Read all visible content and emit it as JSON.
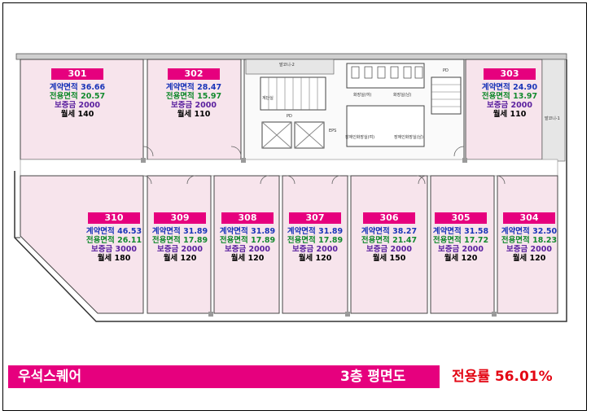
{
  "units_top": [
    {
      "no": "301",
      "contract": "계약면적 36.66",
      "exclusive": "전용면적 20.57",
      "deposit": "보증금 2000",
      "rent": "월세 140"
    },
    {
      "no": "302",
      "contract": "계약면적 28.47",
      "exclusive": "전용면적 15.97",
      "deposit": "보증금 2000",
      "rent": "월세 110"
    },
    {
      "no": "303",
      "contract": "계약면적 24.90",
      "exclusive": "전용면적 13.97",
      "deposit": "보증금 2000",
      "rent": "월세 110"
    }
  ],
  "units_bottom": [
    {
      "no": "310",
      "contract": "계약면적 46.53",
      "exclusive": "전용면적 26.11",
      "deposit": "보증금 3000",
      "rent": "월세 180"
    },
    {
      "no": "309",
      "contract": "계약면적 31.89",
      "exclusive": "전용면적 17.89",
      "deposit": "보증금 2000",
      "rent": "월세 120"
    },
    {
      "no": "308",
      "contract": "계약면적 31.89",
      "exclusive": "전용면적 17.89",
      "deposit": "보증금 2000",
      "rent": "월세 120"
    },
    {
      "no": "307",
      "contract": "계약면적 31.89",
      "exclusive": "전용면적 17.89",
      "deposit": "보증금 2000",
      "rent": "월세 120"
    },
    {
      "no": "306",
      "contract": "계약면적 38.27",
      "exclusive": "전용면적 21.47",
      "deposit": "보증금 2000",
      "rent": "월세 150"
    },
    {
      "no": "305",
      "contract": "계약면적 31.58",
      "exclusive": "전용면적 17.72",
      "deposit": "보증금 2000",
      "rent": "월세 120"
    },
    {
      "no": "304",
      "contract": "계약면적 32.50",
      "exclusive": "전용면적 18.23",
      "deposit": "보증금 2000",
      "rent": "월세 120"
    }
  ],
  "labels": {
    "balcony": "발코니-2",
    "balcony_right": "발코니-1",
    "pd": "PD",
    "eps": "EPS",
    "pd2": "PD",
    "wc_f": "화장실(여)",
    "wc_m": "화장실(남)",
    "wc_dis_f": "장애인화장실(여)",
    "wc_dis_m": "장애인화장실(남)",
    "stair": "계단실"
  },
  "footer": {
    "title": "우석스퀘어",
    "floor": "3층 평면도",
    "ratio": "전용률 56.01%"
  },
  "colors": {
    "accent": "#e6007e",
    "unit_fill": "#f7e4ec",
    "ratio_text": "#e30613"
  }
}
